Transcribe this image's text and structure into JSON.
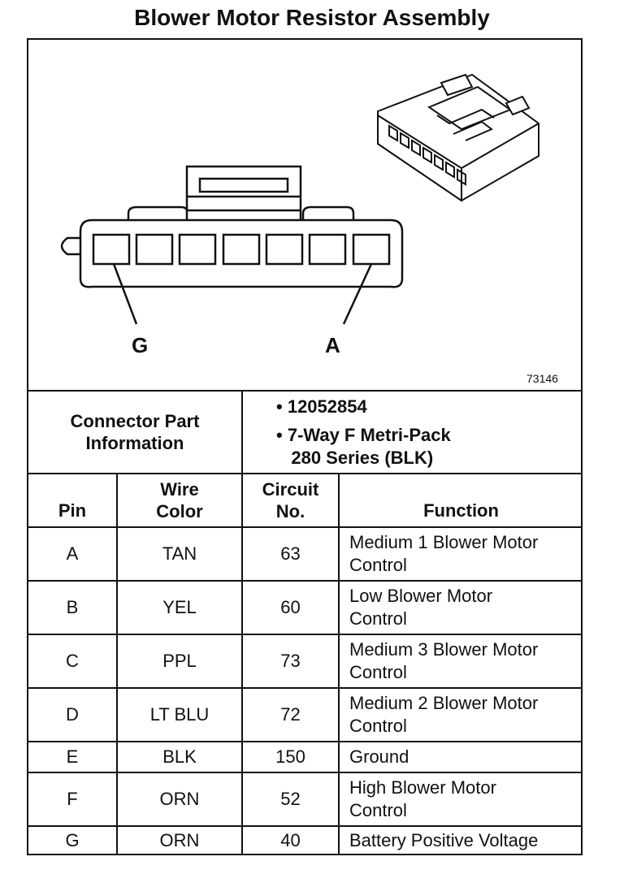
{
  "title": "Blower Motor Resistor Assembly",
  "figure_ref": "73146",
  "pin_labels": {
    "left": "G",
    "right": "A"
  },
  "connector_info": {
    "label_line1": "Connector Part",
    "label_line2": "Information",
    "bullets": [
      {
        "line1": "12052854",
        "line2": ""
      },
      {
        "line1": "7-Way F Metri-Pack",
        "line2": "280 Series (BLK)"
      }
    ]
  },
  "headers": {
    "pin": "Pin",
    "wire_color_1": "Wire",
    "wire_color_2": "Color",
    "circuit_1": "Circuit",
    "circuit_2": "No.",
    "function": "Function"
  },
  "rows": [
    {
      "pin": "A",
      "color": "TAN",
      "circuit": "63",
      "function_1": "Medium 1 Blower Motor",
      "function_2": "Control"
    },
    {
      "pin": "B",
      "color": "YEL",
      "circuit": "60",
      "function_1": "Low Blower Motor",
      "function_2": "Control"
    },
    {
      "pin": "C",
      "color": "PPL",
      "circuit": "73",
      "function_1": "Medium 3 Blower Motor",
      "function_2": "Control"
    },
    {
      "pin": "D",
      "color": "LT BLU",
      "circuit": "72",
      "function_1": "Medium 2 Blower Motor",
      "function_2": "Control"
    },
    {
      "pin": "E",
      "color": "BLK",
      "circuit": "150",
      "function_1": "Ground",
      "function_2": ""
    },
    {
      "pin": "F",
      "color": "ORN",
      "circuit": "52",
      "function_1": "High Blower Motor",
      "function_2": "Control"
    },
    {
      "pin": "G",
      "color": "ORN",
      "circuit": "40",
      "function_1": "Battery Positive Voltage",
      "function_2": ""
    }
  ]
}
